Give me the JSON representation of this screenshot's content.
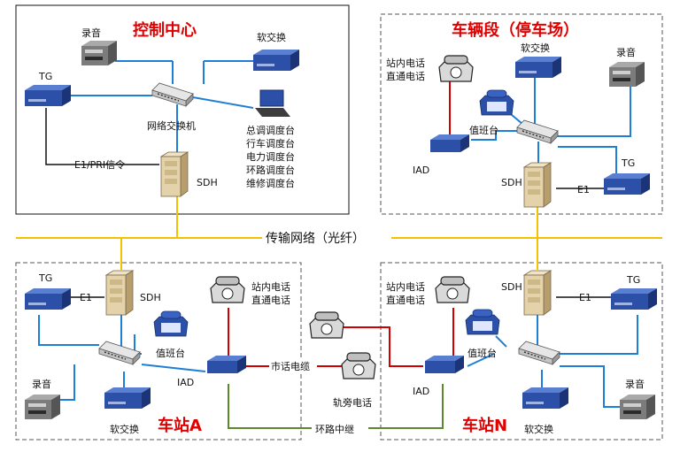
{
  "regions": {
    "control": {
      "title": "控制中心"
    },
    "depot": {
      "title": "车辆段（停车场）"
    },
    "station_a": {
      "title": "车站A"
    },
    "station_n": {
      "title": "车站N"
    }
  },
  "network": {
    "label": "传输网络（光纤）"
  },
  "control": {
    "recording": "录音",
    "tg": "TG",
    "softswitch": "软交换",
    "switch": "网络交换机",
    "sdh": "SDH",
    "e1pri": "E1/PRI信令",
    "consoles": [
      "总调调度台",
      "行车调度台",
      "电力调度台",
      "环路调度台",
      "维修调度台"
    ]
  },
  "depot": {
    "phone1": "站内电话",
    "phone2": "直通电话",
    "softswitch": "软交换",
    "recording": "录音",
    "duty": "值班台",
    "iad": "IAD",
    "sdh": "SDH",
    "e1": "E1",
    "tg": "TG"
  },
  "station_a": {
    "tg": "TG",
    "e1": "E1",
    "sdh": "SDH",
    "phone1": "站内电话",
    "phone2": "直通电话",
    "duty": "值班台",
    "iad": "IAD",
    "recording": "录音",
    "softswitch": "软交换"
  },
  "station_n": {
    "phone1": "站内电话",
    "phone2": "直通电话",
    "sdh": "SDH",
    "tg": "TG",
    "e1": "E1",
    "duty": "值班台",
    "iad": "IAD",
    "recording": "录音",
    "softswitch": "软交换"
  },
  "links": {
    "city_cable": "市话电缆",
    "trackside": "轨旁电话",
    "loop_trunk": "环路中继"
  },
  "colors": {
    "title": "#e00000",
    "fiber": "#f2c200",
    "ethernet": "#1f7fd6",
    "phone_line": "#d40000",
    "loop": "#5a8a2a",
    "device_blue": "#2c4fa8"
  }
}
